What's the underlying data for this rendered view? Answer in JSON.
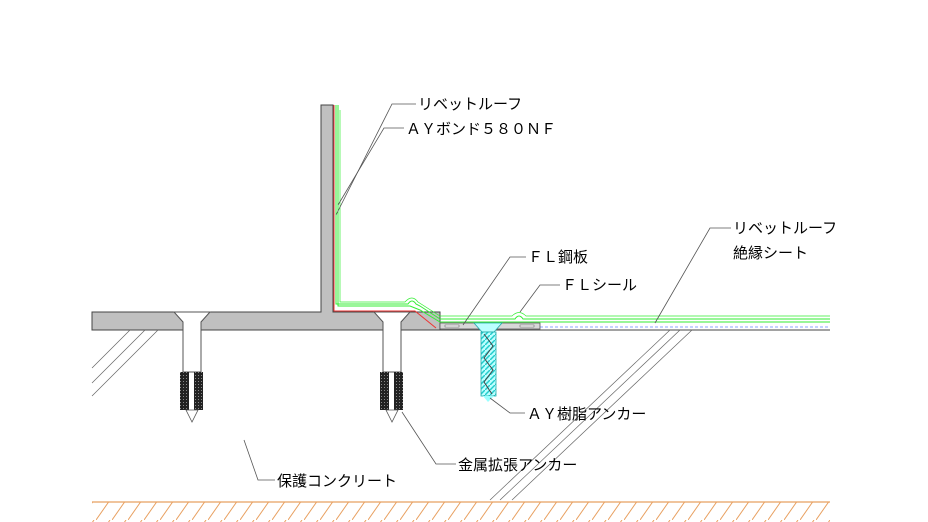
{
  "labels": {
    "rivet_roof_top": "リベットルーフ",
    "ay_bond": "ＡＹボンド５８０ＮＦ",
    "fl_steel_plate": "ＦＬ鋼板",
    "fl_seal": "ＦＬシール",
    "rivet_roof_right": "リベットルーフ",
    "insulation_sheet": "絶縁シート",
    "ay_resin_anchor": "ＡＹ樹脂アンカー",
    "metal_expansion_anchor": "金属拡張アンカー",
    "protective_concrete": "保護コンクリート"
  },
  "colors": {
    "concrete": "#c0c0c0",
    "membrane": "#33ee33",
    "bond": "#ee3333",
    "resin": "#33dddd",
    "ground_hatch": "#e8a060"
  }
}
